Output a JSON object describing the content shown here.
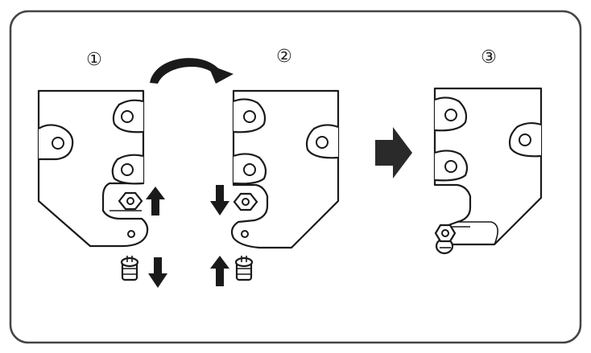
{
  "diagram": {
    "steps": [
      {
        "id": "step-1",
        "label": "①"
      },
      {
        "id": "step-2",
        "label": "②"
      },
      {
        "id": "step-3",
        "label": "③"
      }
    ],
    "colors": {
      "stroke": "#1a1a1a",
      "frame": "#444444",
      "arrow": "#2a2a2a",
      "background": "#ffffff"
    },
    "icons": [
      "curved-arrow-icon",
      "up-arrow-icon",
      "down-arrow-icon",
      "right-arrow-icon",
      "screw-icon",
      "hex-nut-icon"
    ]
  }
}
